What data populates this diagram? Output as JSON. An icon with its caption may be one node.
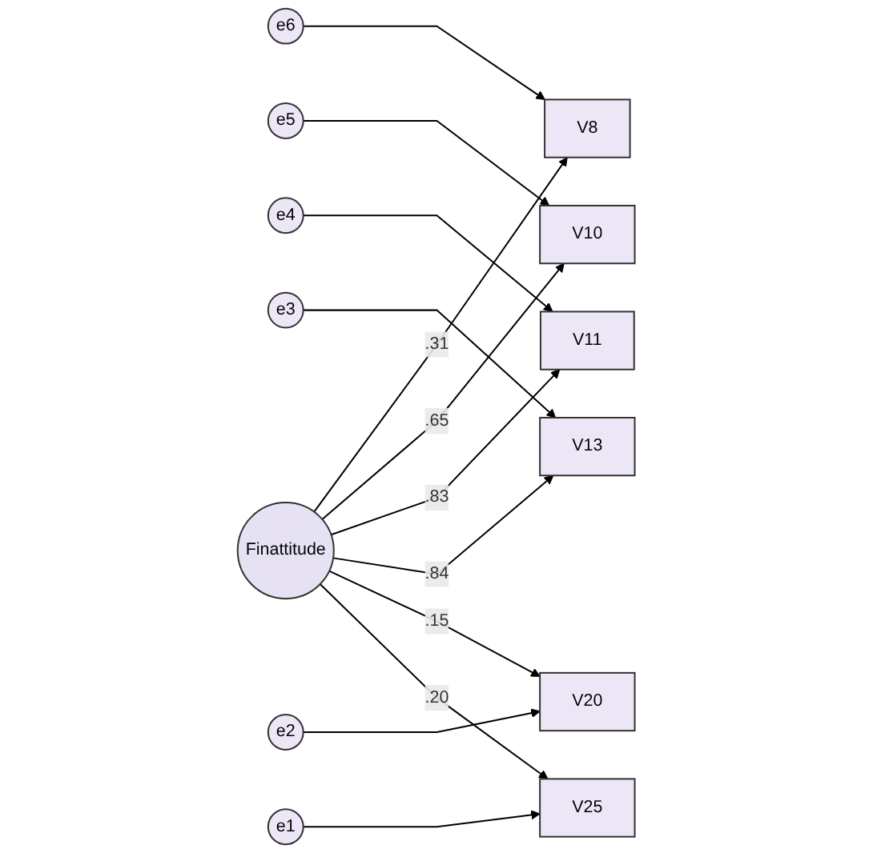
{
  "diagram": {
    "nodes": [
      {
        "text": [
          "e6"
        ]
      },
      {
        "text": [
          "V8"
        ]
      },
      {
        "text": [
          "e5"
        ]
      },
      {
        "text": [
          "V10"
        ]
      },
      {
        "text": [
          "e4"
        ]
      },
      {
        "text": [
          "V11"
        ]
      },
      {
        "text": [
          "e3"
        ]
      },
      {
        "text": [
          "V13"
        ]
      },
      {
        "text": [
          "e2"
        ]
      },
      {
        "text": [
          "V20"
        ]
      },
      {
        "text": [
          "e1"
        ]
      },
      {
        "text": [
          "V25"
        ]
      },
      {
        "text": [
          "Finattitude"
        ]
      }
    ],
    "edges": [
      {
        "from": 0,
        "to": 1,
        "arrow": "to"
      },
      {
        "from": 2,
        "to": 3,
        "arrow": "to"
      },
      {
        "from": 4,
        "to": 5,
        "arrow": "to"
      },
      {
        "from": 6,
        "to": 7,
        "arrow": "to"
      },
      {
        "from": 8,
        "to": 9,
        "arrow": "to"
      },
      {
        "from": 10,
        "to": 11,
        "arrow": "to"
      },
      {
        "from": 12,
        "to": 1,
        "label": ".31",
        "arrow": "to"
      },
      {
        "from": 12,
        "to": 3,
        "label": ".65",
        "arrow": "to"
      },
      {
        "from": 12,
        "to": 5,
        "label": ".83",
        "arrow": "to"
      },
      {
        "from": 12,
        "to": 7,
        "label": ".84",
        "arrow": "to"
      },
      {
        "from": 12,
        "to": 9,
        "label": ".15",
        "arrow": "to"
      },
      {
        "from": 12,
        "to": 11,
        "label": ".20",
        "arrow": "to"
      }
    ]
  }
}
